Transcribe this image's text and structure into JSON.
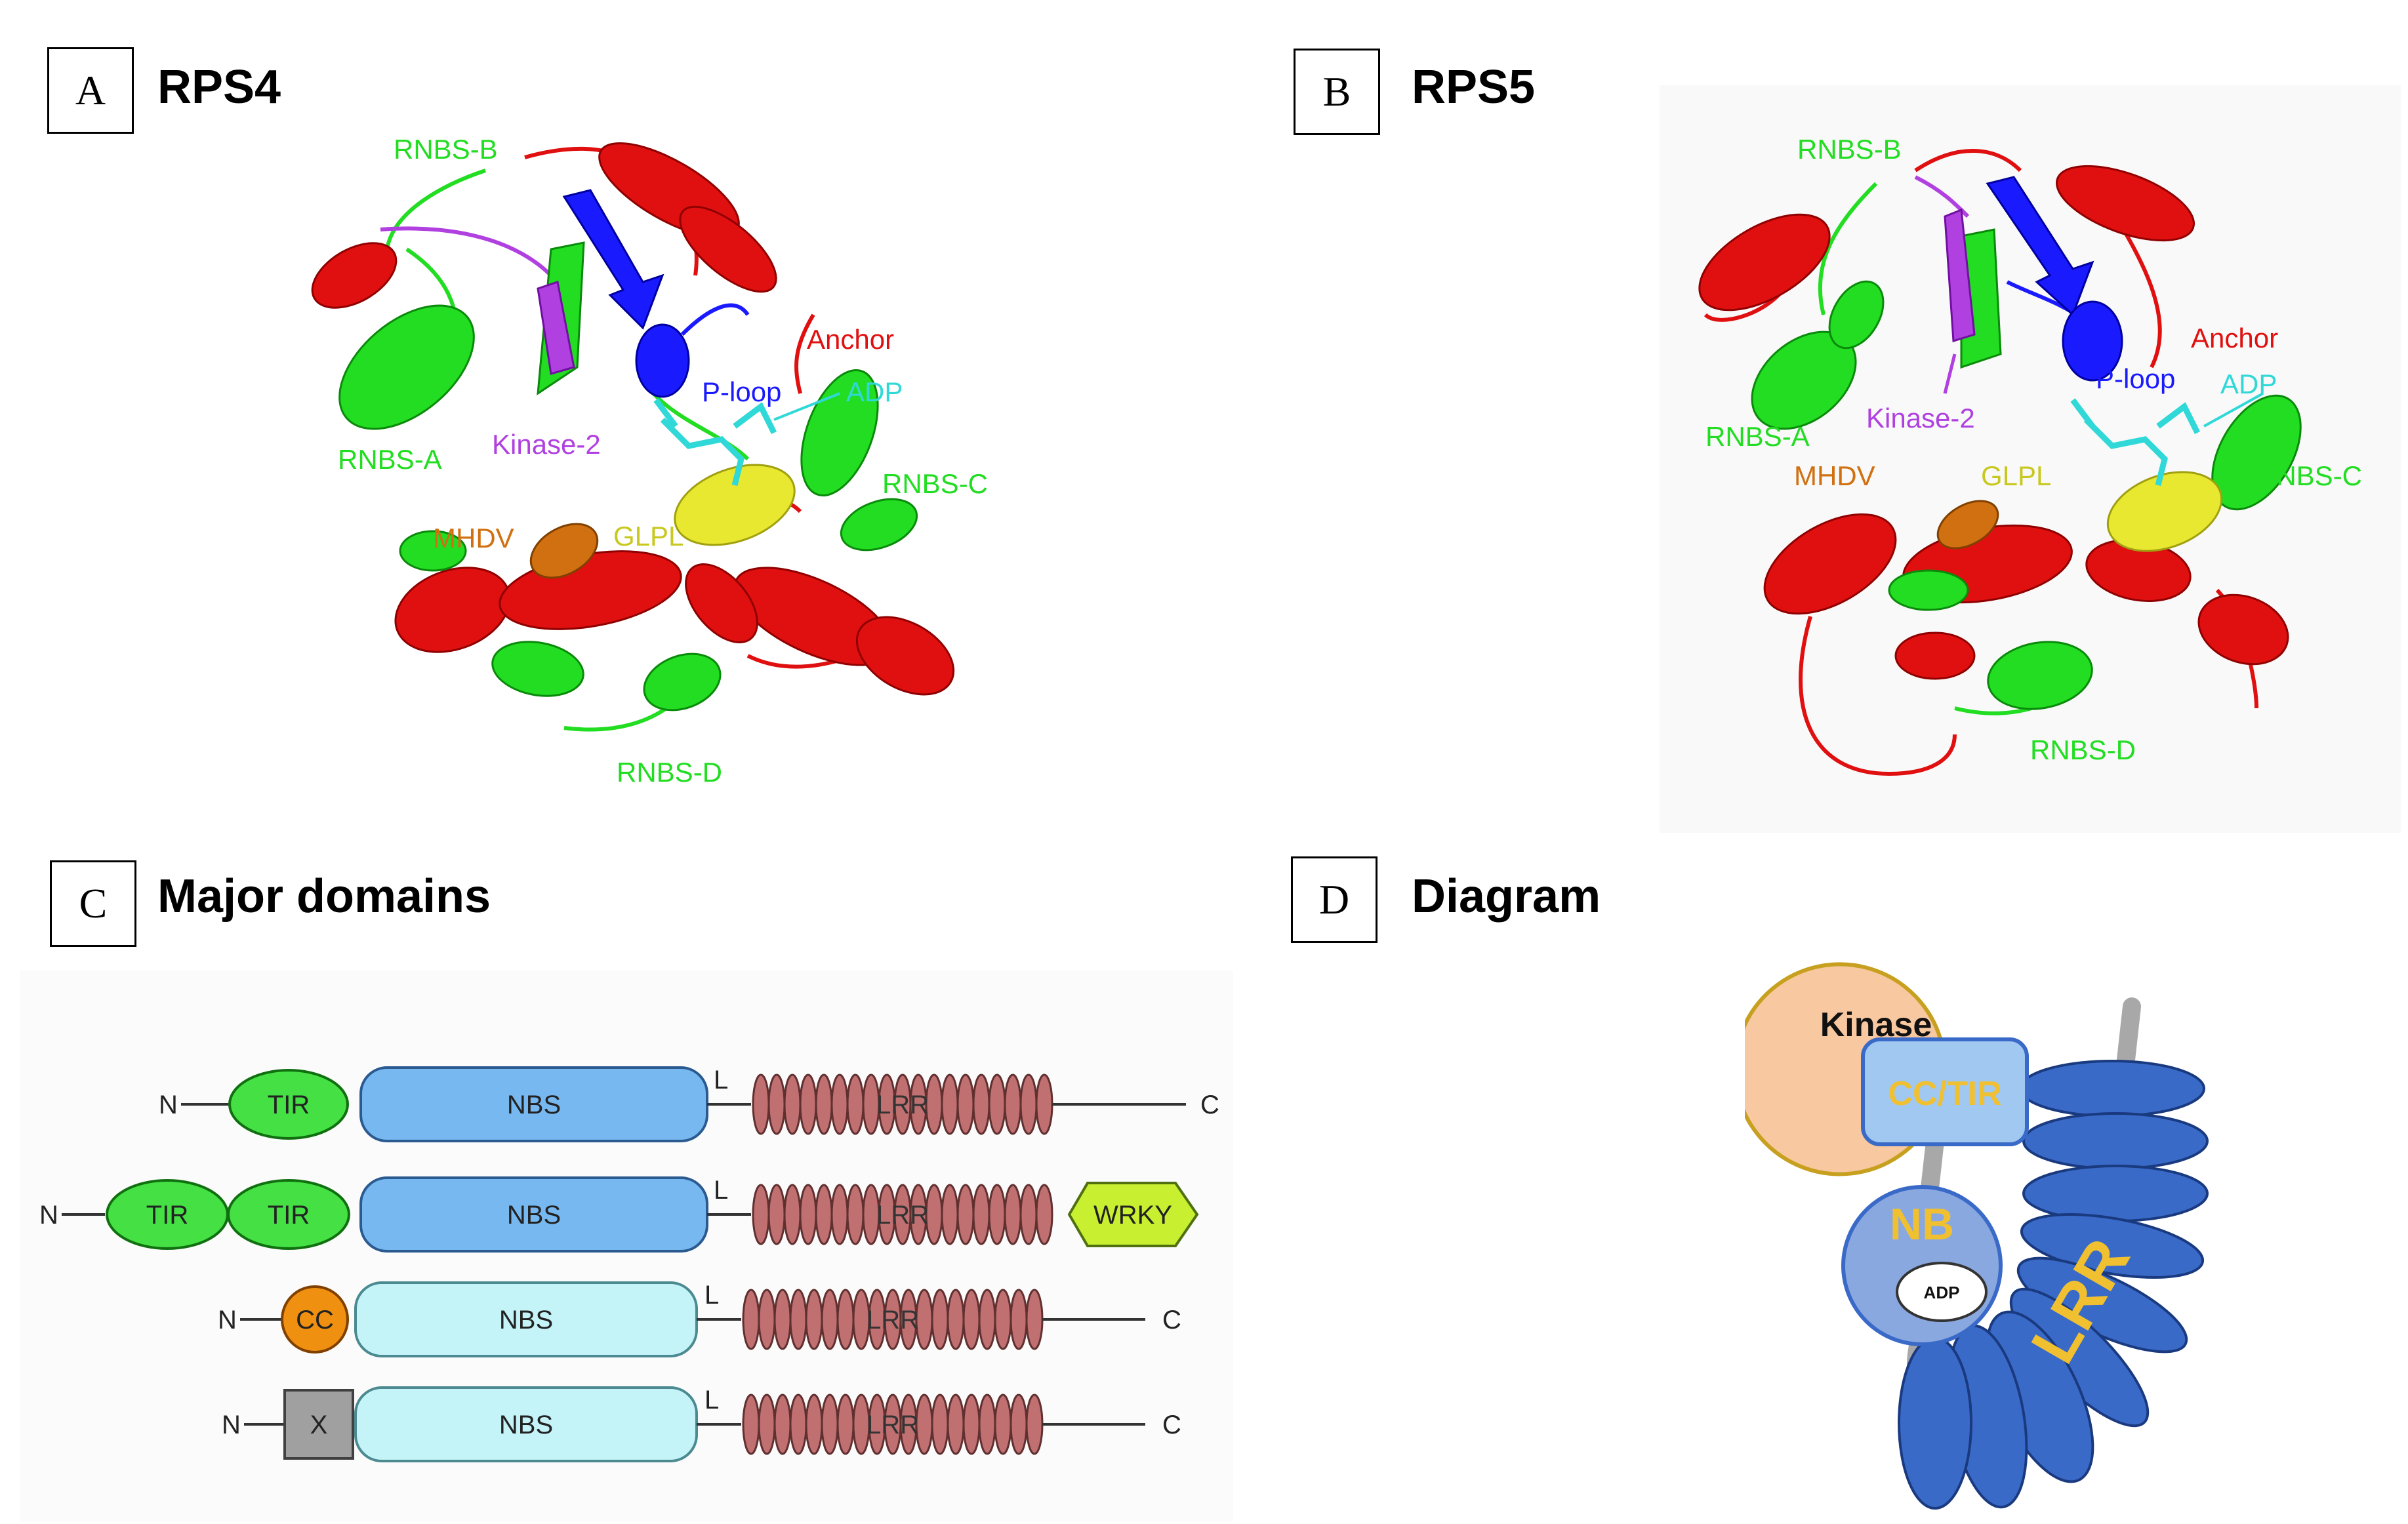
{
  "panels": {
    "a": {
      "letter": "A",
      "title": "RPS4"
    },
    "b": {
      "letter": "B",
      "title": "RPS5"
    },
    "c": {
      "letter": "C",
      "title": "Major domains"
    },
    "d": {
      "letter": "D",
      "title": "Diagram"
    }
  },
  "structure_a": {
    "labels": {
      "rnbs_b": "RNBS-B",
      "anchor": "Anchor",
      "p_loop": "P-loop",
      "adp": "ADP",
      "rnbs_a": "RNBS-A",
      "kinase2": "Kinase-2",
      "rnbs_c": "RNBS-C",
      "mhdv": "MHDV",
      "glpl": "GLPL",
      "rnbs_d": "RNBS-D"
    }
  },
  "structure_b": {
    "labels": {
      "rnbs_b": "RNBS-B",
      "anchor": "Anchor",
      "p_loop": "P-loop",
      "adp": "ADP",
      "rnbs_a": "RNBS-A",
      "kinase2": "Kinase-2",
      "rnbs_c": "RNBS-C",
      "mhdv": "MHDV",
      "glpl": "GLPL",
      "rnbs_d": "RNBS-D"
    }
  },
  "domains": {
    "rows": [
      {
        "n": "N",
        "c": "C",
        "domains": [
          "TIR"
        ],
        "nbs": "NBS",
        "linker": "L",
        "lrr": "LRR"
      },
      {
        "n": "N",
        "domains": [
          "TIR",
          "TIR"
        ],
        "nbs": "NBS",
        "linker": "L",
        "lrr": "LRR",
        "extra": "WRKY"
      },
      {
        "n": "N",
        "c": "C",
        "domains": [
          "CC"
        ],
        "nbs": "NBS",
        "linker": "L",
        "lrr": "LRR"
      },
      {
        "n": "N",
        "c": "C",
        "domains": [
          "X"
        ],
        "nbs": "NBS",
        "linker": "L",
        "lrr": "LRR"
      }
    ]
  },
  "diagram": {
    "kinase": "Kinase",
    "cc_tir": "CC/TIR",
    "nb": "NB",
    "adp": "ADP",
    "lrr": "LRR"
  },
  "colors": {
    "helix_red": "#e01010",
    "sheet_blue": "#1a1aff",
    "rnbs_green": "#22dd22",
    "kinase_purple": "#b040e0",
    "adp_cyan": "#30d8d8",
    "glpl_yellow": "#e8e830",
    "mhdv_orange": "#d07010",
    "tir_green": "#44e044",
    "nbs_blue": "#77b8f0",
    "nbs_cyan": "#c4f4f8",
    "lrr_brown": "#c07070",
    "cc_orange": "#f09010",
    "x_gray": "#a0a0a0",
    "wrky_lime": "#c8f030",
    "diag_blue": "#3a6ac8",
    "kinase_peach": "#f8c8a0",
    "label_gold": "#f0c030"
  }
}
